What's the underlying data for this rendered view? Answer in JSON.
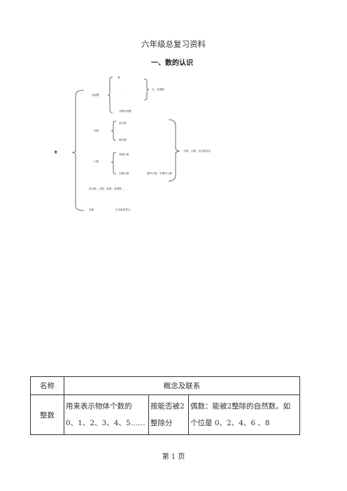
{
  "page_title": "六年级总复习资料",
  "section_title": "一、数的认识",
  "diagram": {
    "root": "数",
    "natural": "自然数",
    "natural_zero": "零",
    "natural_nonzero": "非零自然数",
    "natural_ellipsis": "…",
    "natural_side": "正、负整数",
    "fraction": "分数",
    "fraction_proper": "真分数",
    "fraction_improper": "假分数",
    "decimal": "小数",
    "decimal_finite": "有限小数",
    "decimal_infinite": "无限小数",
    "decimal_infinite_kinds": "循环小数、不循环小数",
    "fd_relation": "分数、小数、百分数互化",
    "misc_row": "百分数、正数、负数、有理数……",
    "negative": "负数",
    "negative_side": "正负数的意义"
  },
  "table": {
    "header_name": "名称",
    "header_concept": "概念及联系",
    "row_name": "整数",
    "row_desc_1": "用来表示物体个数的",
    "row_desc_2": "0、1、2、3、4、5……",
    "row_cls_1": "按能否被2",
    "row_cls_2": "整除分",
    "row_def_1": "偶数：能被2整除的自然数。如",
    "row_def_2": "个位是 0、2、4、6 、8"
  },
  "footer": "第 1 页"
}
